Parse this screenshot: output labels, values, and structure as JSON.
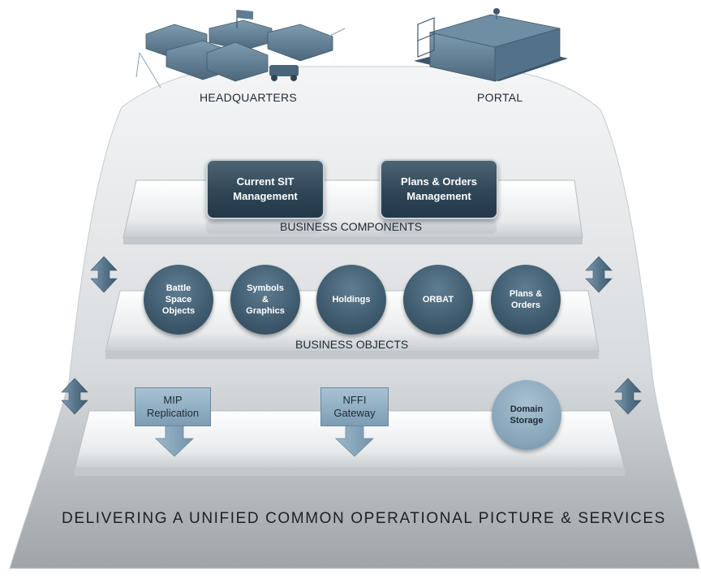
{
  "sites": {
    "headquarters": "HEADQUARTERS",
    "portal": "PORTAL"
  },
  "business_components": {
    "label": "BUSINESS COMPONENTS",
    "items": [
      "Current SIT\nManagement",
      "Plans & Orders\nManagement"
    ]
  },
  "business_objects": {
    "label": "BUSINESS OBJECTS",
    "items": [
      "Battle\nSpace\nObjects",
      "Symbols\n&\nGraphics",
      "Holdings",
      "ORBAT",
      "Plans &\nOrders"
    ]
  },
  "data_layer": {
    "mip": "MIP\nReplication",
    "nffi": "NFFI\nGateway",
    "domain_storage": "Domain\nStorage"
  },
  "footer": "DELIVERING A UNIFIED COMMON OPERATIONAL PICTURE & SERVICES",
  "colors": {
    "dark_slate": "#2f4656",
    "object_blue": "#4a6579",
    "light_blue": "#8eabbf",
    "arrow_blue": "#5d7c92"
  }
}
